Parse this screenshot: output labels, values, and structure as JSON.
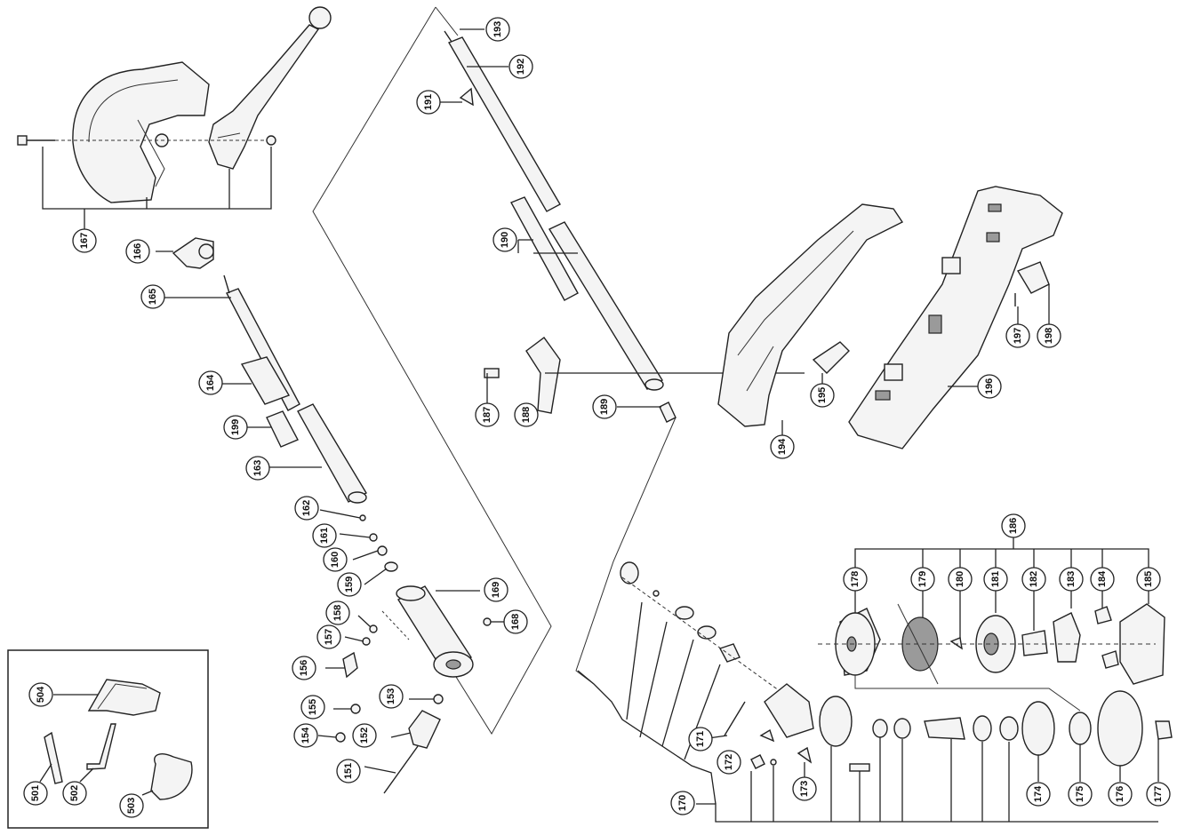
{
  "diagram": {
    "callouts": [
      {
        "id": "c151",
        "label": "151"
      },
      {
        "id": "c152",
        "label": "152"
      },
      {
        "id": "c153",
        "label": "153"
      },
      {
        "id": "c154",
        "label": "154"
      },
      {
        "id": "c155",
        "label": "155"
      },
      {
        "id": "c156",
        "label": "156"
      },
      {
        "id": "c157",
        "label": "157"
      },
      {
        "id": "c158",
        "label": "158"
      },
      {
        "id": "c159",
        "label": "159"
      },
      {
        "id": "c160",
        "label": "160"
      },
      {
        "id": "c161",
        "label": "161"
      },
      {
        "id": "c162",
        "label": "162"
      },
      {
        "id": "c163",
        "label": "163"
      },
      {
        "id": "c164",
        "label": "164"
      },
      {
        "id": "c165",
        "label": "165"
      },
      {
        "id": "c166",
        "label": "166"
      },
      {
        "id": "c167",
        "label": "167"
      },
      {
        "id": "c168",
        "label": "168"
      },
      {
        "id": "c169",
        "label": "169"
      },
      {
        "id": "c170",
        "label": "170"
      },
      {
        "id": "c171",
        "label": "171"
      },
      {
        "id": "c172",
        "label": "172"
      },
      {
        "id": "c173",
        "label": "173"
      },
      {
        "id": "c174",
        "label": "174"
      },
      {
        "id": "c175",
        "label": "175"
      },
      {
        "id": "c176",
        "label": "176"
      },
      {
        "id": "c177",
        "label": "177"
      },
      {
        "id": "c178",
        "label": "178"
      },
      {
        "id": "c179",
        "label": "179"
      },
      {
        "id": "c180",
        "label": "180"
      },
      {
        "id": "c181",
        "label": "181"
      },
      {
        "id": "c182",
        "label": "182"
      },
      {
        "id": "c183",
        "label": "183"
      },
      {
        "id": "c184",
        "label": "184"
      },
      {
        "id": "c185",
        "label": "185"
      },
      {
        "id": "c186",
        "label": "186"
      },
      {
        "id": "c187",
        "label": "187"
      },
      {
        "id": "c188",
        "label": "188"
      },
      {
        "id": "c189",
        "label": "189"
      },
      {
        "id": "c190",
        "label": "190"
      },
      {
        "id": "c191",
        "label": "191"
      },
      {
        "id": "c192",
        "label": "192"
      },
      {
        "id": "c193",
        "label": "193"
      },
      {
        "id": "c194",
        "label": "194"
      },
      {
        "id": "c195",
        "label": "195"
      },
      {
        "id": "c196",
        "label": "196"
      },
      {
        "id": "c197",
        "label": "197"
      },
      {
        "id": "c198",
        "label": "198"
      },
      {
        "id": "c199",
        "label": "199"
      },
      {
        "id": "c501",
        "label": "501"
      },
      {
        "id": "c502",
        "label": "502"
      },
      {
        "id": "c503",
        "label": "503"
      },
      {
        "id": "c504",
        "label": "504"
      }
    ]
  }
}
